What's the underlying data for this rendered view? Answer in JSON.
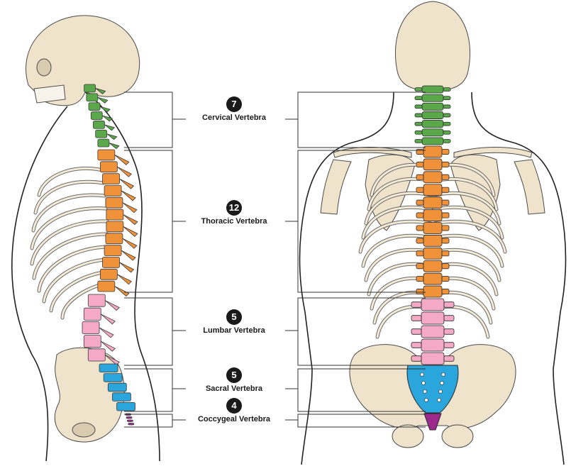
{
  "regions": [
    {
      "key": "cervical",
      "count": "7",
      "name": "Cervical Vertebra",
      "color": "#5aa84a"
    },
    {
      "key": "thoracic",
      "count": "12",
      "name": "Thoracic Vertebra",
      "color": "#f0923a"
    },
    {
      "key": "lumbar",
      "count": "5",
      "name": "Lumbar Vertebra",
      "color": "#f4a9c4"
    },
    {
      "key": "sacral",
      "count": "5",
      "name": "Sacral Vertebra",
      "color": "#2aa6dc"
    },
    {
      "key": "coccygeal",
      "count": "4",
      "name": "Coccygeal Vertebra",
      "color": "#9b2a8c"
    }
  ],
  "colors": {
    "bone": "#efe3cc",
    "outline": "#222222",
    "badge": "#1a1a1a"
  }
}
